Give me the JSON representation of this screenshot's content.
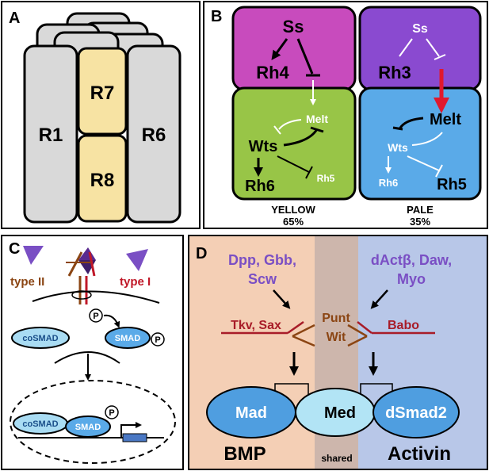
{
  "panel_a": {
    "letter": "A",
    "cells": {
      "r1": "R1",
      "r7": "R7",
      "r8": "R8",
      "r6": "R6"
    }
  },
  "panel_b": {
    "letter": "B",
    "yellow": {
      "ss": "Ss",
      "rh4": "Rh4",
      "melt": "Melt",
      "wts": "Wts",
      "rh6": "Rh6",
      "rh5": "Rh5",
      "name": "YELLOW",
      "percent": "65%"
    },
    "pale": {
      "ss": "Ss",
      "rh3": "Rh3",
      "melt": "Melt",
      "wts": "Wts",
      "rh6": "Rh6",
      "rh5": "Rh5",
      "name": "PALE",
      "percent": "35%"
    },
    "colors": {
      "magenta": "#c84bbd",
      "purple": "#8a4ad0",
      "green": "#98c547",
      "blue": "#5aaae8"
    }
  },
  "panel_c": {
    "letter": "C",
    "type2": "type II",
    "type1": "type I",
    "p1": "P",
    "cosmad": "coSMAD",
    "smad": "SMAD",
    "p2": "P",
    "p3": "P",
    "cosmad_nuc": "coSMAD",
    "smad_nuc": "SMAD"
  },
  "panel_d": {
    "letter": "D",
    "bmp_ligands_line1": "Dpp, Gbb,",
    "bmp_ligands_line2": "Scw",
    "act_ligands_line1": "dActβ, Daw,",
    "act_ligands_line2": "Myo",
    "bmp_receptors": "Tkv, Sax",
    "shared_receptor1": "Punt",
    "shared_receptor2": "Wit",
    "act_receptor": "Babo",
    "mad": "Mad",
    "med": "Med",
    "dsmad2": "dSmad2",
    "bmp": "BMP",
    "shared": "shared",
    "activin": "Activin",
    "colors": {
      "bmp_bg": "#f4cfb5",
      "shared_bg": "#cdb6ac",
      "activin_bg": "#b8c7e8"
    }
  }
}
